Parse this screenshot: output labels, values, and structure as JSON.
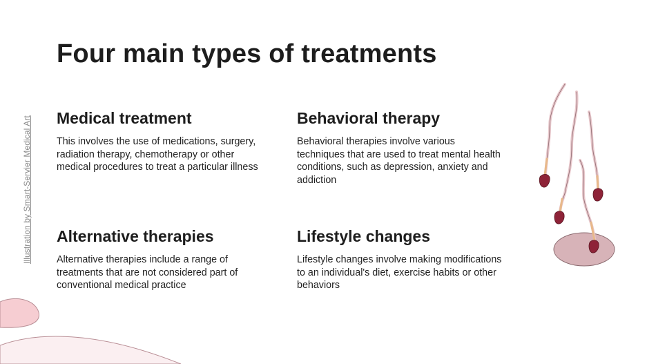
{
  "slide": {
    "title": "Four main types of treatments",
    "credit": "Illustration by Smart-Servier Medical Art"
  },
  "sections": [
    {
      "heading": "Medical treatment",
      "body": "This involves the use of medications, surgery, radiation therapy, chemotherapy or other medical procedures to treat a particular illness"
    },
    {
      "heading": "Behavioral therapy",
      "body": "Behavioral therapies involve various techniques that are used to treat mental health conditions, such as depression, anxiety and addiction"
    },
    {
      "heading": "Alternative therapies",
      "body": "Alternative therapies include a range of treatments that are not considered part of conventional medical practice"
    },
    {
      "heading": "Lifestyle changes",
      "body": "Lifestyle changes involve making modifications to an individual's diet, exercise habits or other behaviors"
    }
  ],
  "colors": {
    "accent_pink": "#f6cdd2",
    "blob_mauve": "#d7b3b8",
    "cell_head": "#8e2338"
  },
  "illustration": {
    "icon": "sperm-cells-illustration"
  }
}
